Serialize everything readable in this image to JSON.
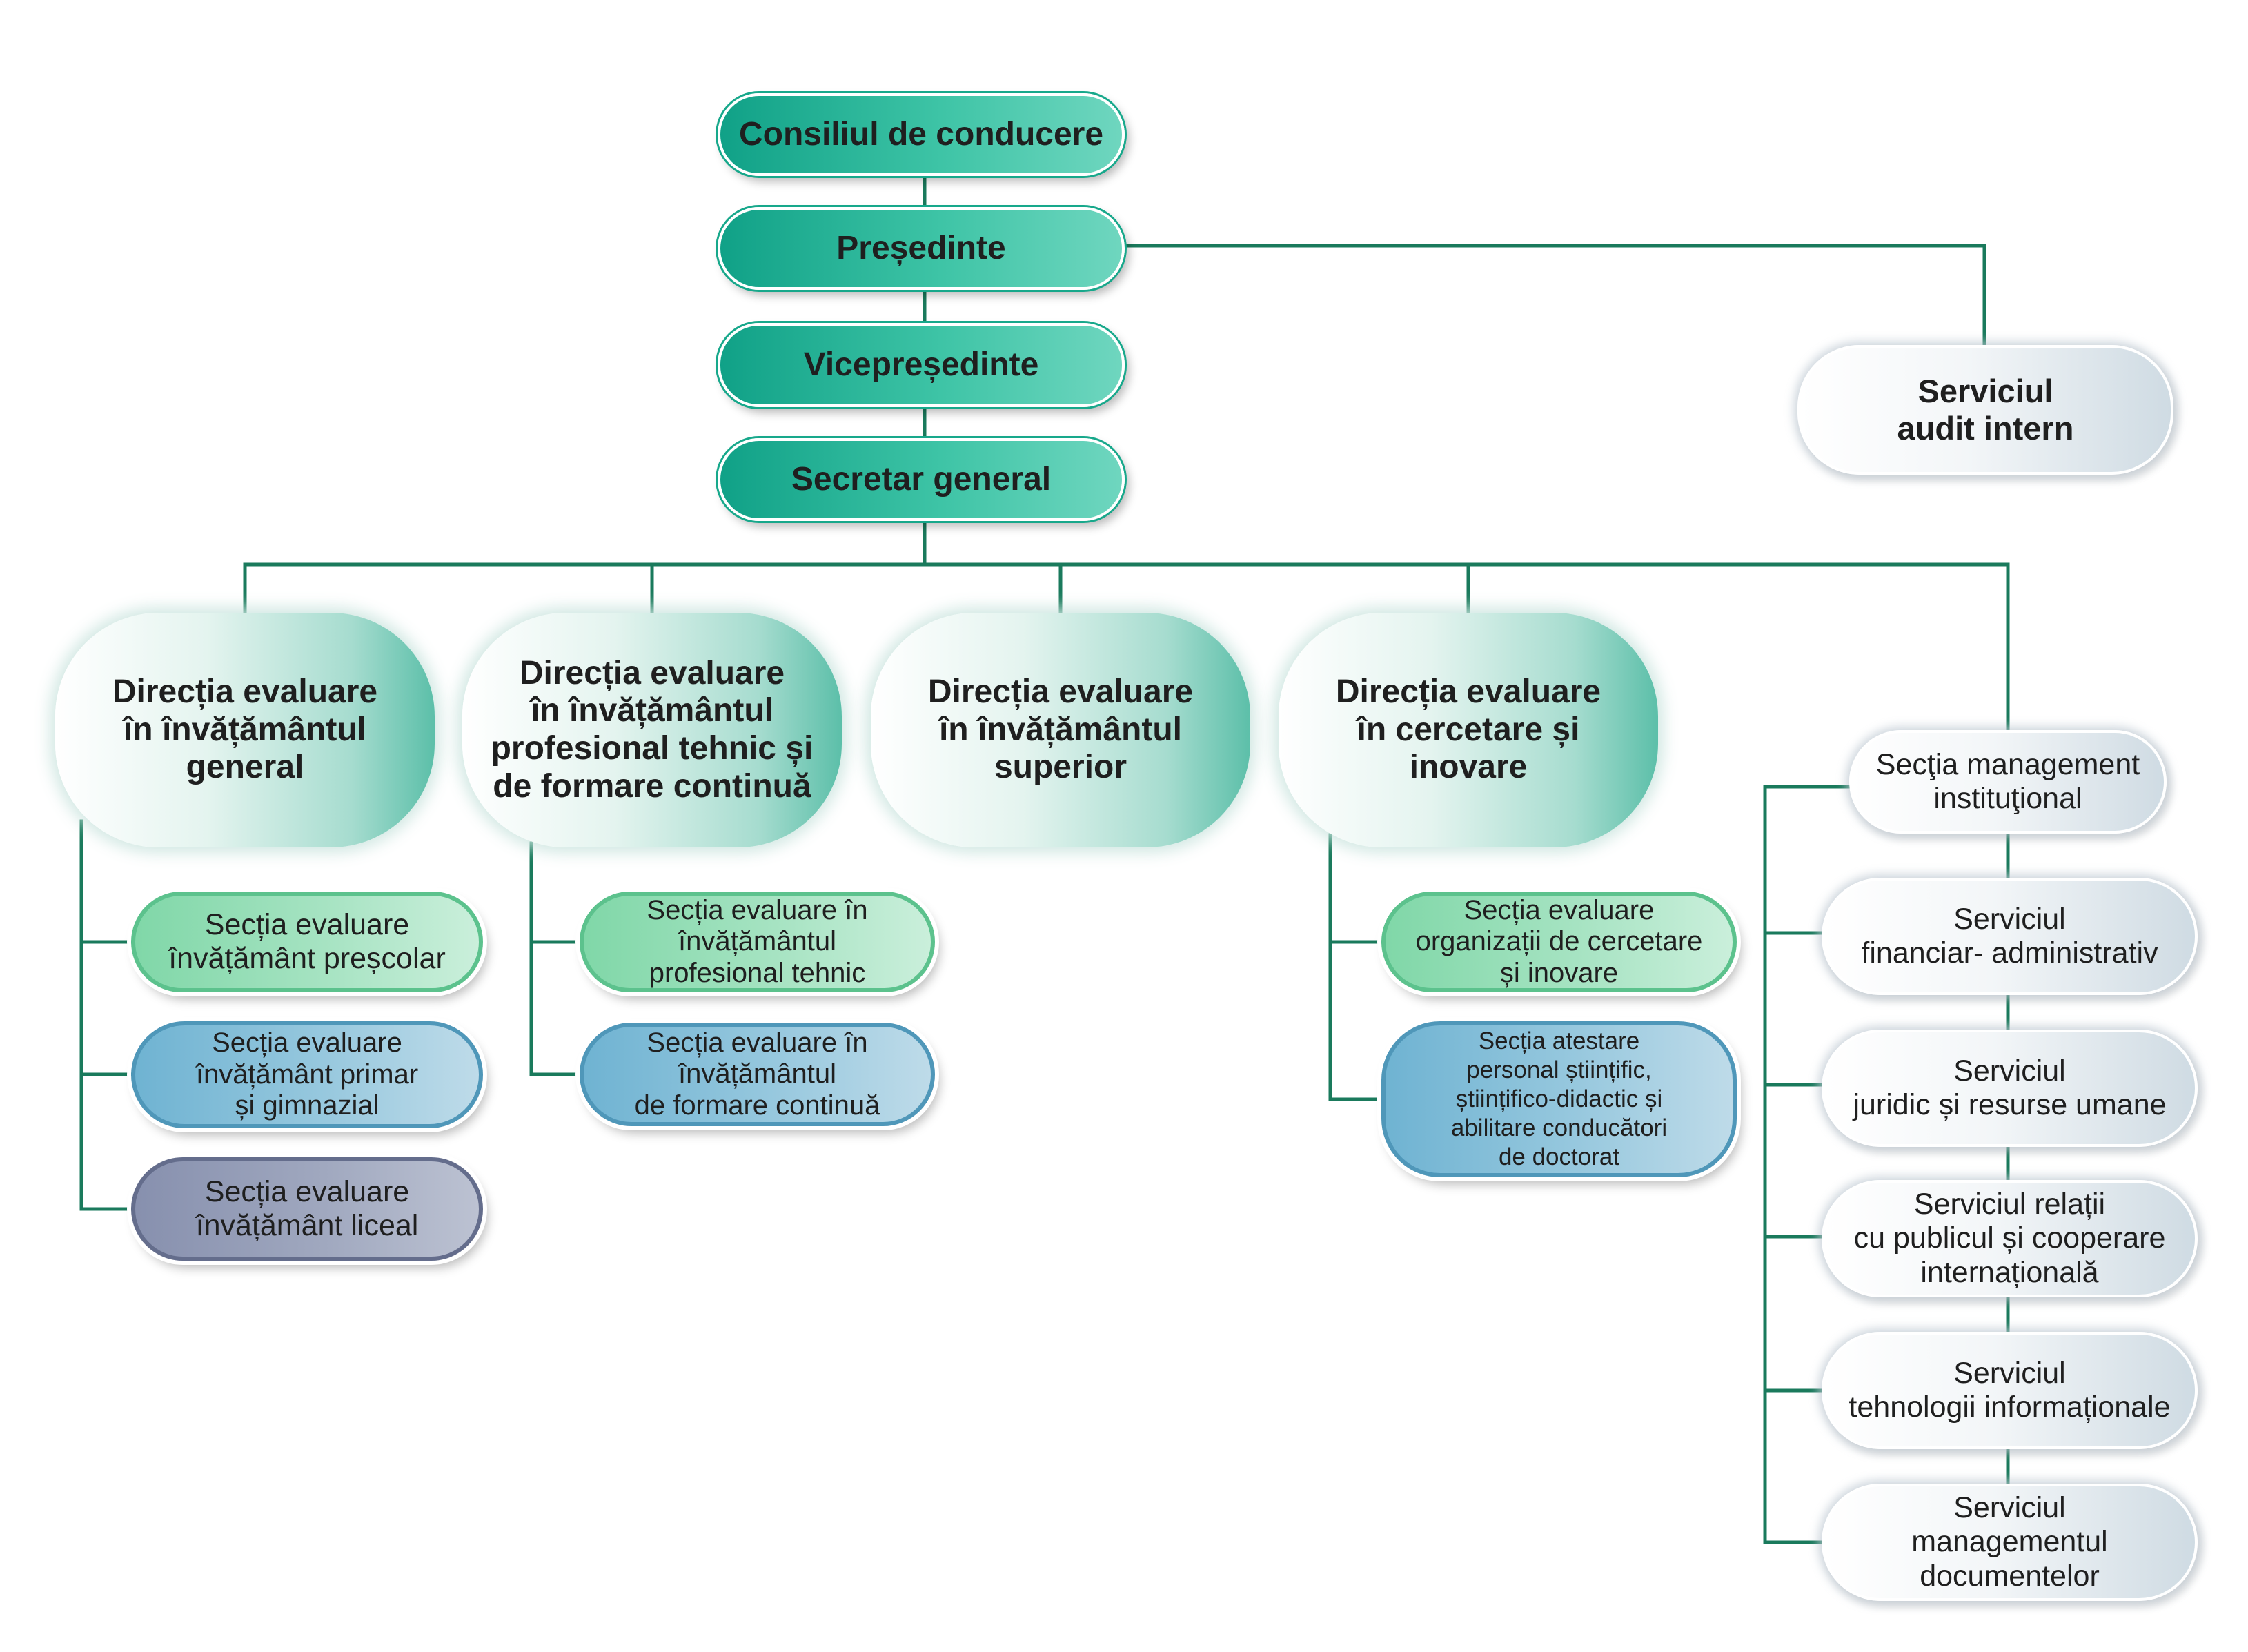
{
  "colors": {
    "connector": "#1a7a5c",
    "executive_teal": "#10a187",
    "section_green": "#80d7a8",
    "section_blue": "#6fb3d2",
    "section_slate": "#8790ae"
  },
  "leadership": {
    "board": "Consiliul de conducere",
    "president": "Președinte",
    "vice_president": "Vicepreședinte",
    "secretary_general": "Secretar general"
  },
  "audit": "Serviciul\naudit intern",
  "directorates": {
    "general": {
      "label": "Direcția evaluare\nîn învățământul\ngeneral",
      "sections": [
        {
          "label": "Secția evaluare\nînvățământ preșcolar"
        },
        {
          "label": "Secția evaluare\nînvățământ primar\nși gimnazial"
        },
        {
          "label": "Secția evaluare\nînvățământ liceal"
        }
      ]
    },
    "vocational": {
      "label": "Direcția evaluare\nîn învățământul\nprofesional tehnic și\nde formare continuă",
      "sections": [
        {
          "label": "Secția evaluare în\nînvățământul\nprofesional tehnic"
        },
        {
          "label": "Secția evaluare în\nînvățământul\nde formare continuă"
        }
      ]
    },
    "higher": {
      "label": "Direcția evaluare\nîn învățământul\nsuperior"
    },
    "research": {
      "label": "Direcția evaluare\nîn cercetare și\ninovare",
      "sections": [
        {
          "label": "Secția evaluare\norganizații de cercetare\nși inovare"
        },
        {
          "label": "Secția atestare\npersonal științific,\nștiințifico-didactic și\nabilitare conducători\nde doctorat"
        }
      ]
    }
  },
  "services": [
    {
      "label": "Secţia management\ninstituţional"
    },
    {
      "label": "Serviciul\nfinanciar- administrativ"
    },
    {
      "label": "Serviciul\njuridic și resurse umane"
    },
    {
      "label": "Serviciul relații\ncu publicul și cooperare\ninternațională"
    },
    {
      "label": "Serviciul\ntehnologii informaționale"
    },
    {
      "label": "Serviciul\nmanagementul\ndocumentelor"
    }
  ]
}
